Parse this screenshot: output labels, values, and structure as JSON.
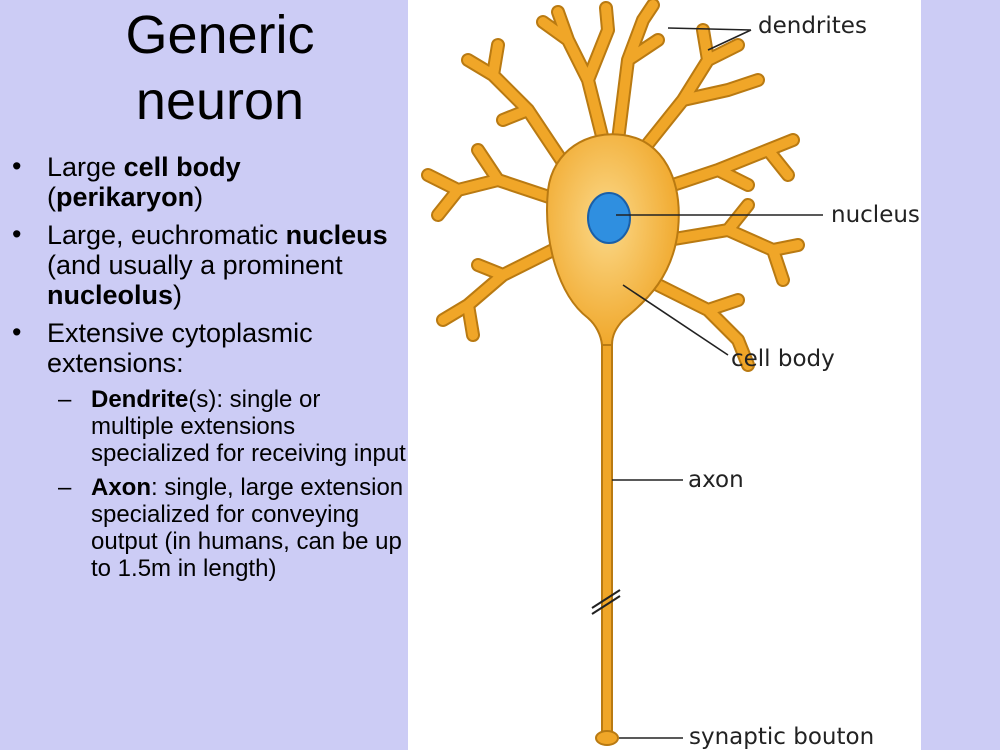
{
  "title": {
    "line1": "Generic",
    "line2": "neuron"
  },
  "bullets": {
    "b1": {
      "bullet": "•",
      "t1": "Large ",
      "b1": "cell body",
      "t2": "(",
      "b2": "perikaryon",
      "t3": ")"
    },
    "b2": {
      "bullet": "•",
      "t1": "Large, euchromatic ",
      "b1": "nucleus",
      "t2": " (and usually a prominent ",
      "b2": "nucleolus",
      "t3": ")"
    },
    "b3": {
      "bullet": "•",
      "t1": "Extensive cytoplasmic extensions:"
    },
    "s1": {
      "dash": "–",
      "b1": "Dendrite",
      "t1": "(s): single or multiple extensions specialized for receiving input"
    },
    "s2": {
      "dash": "–",
      "b1": "Axon",
      "t1": ": single, large extension specialized for conveying output (in humans, can be up to 1.5m in length)"
    }
  },
  "diagram": {
    "labels": {
      "dendrites": "dendrites",
      "nucleus": "nucleus",
      "cell_body": "cell body",
      "axon": "axon",
      "synaptic_bouton": "synaptic bouton"
    },
    "colors": {
      "cell": "#f0a628",
      "cell_outline": "#b97a12",
      "cell_inner": "#fbd98a",
      "nucleus": "#2f8fe0",
      "nucleus_outline": "#1a5fa8",
      "leader": "#222222"
    }
  }
}
